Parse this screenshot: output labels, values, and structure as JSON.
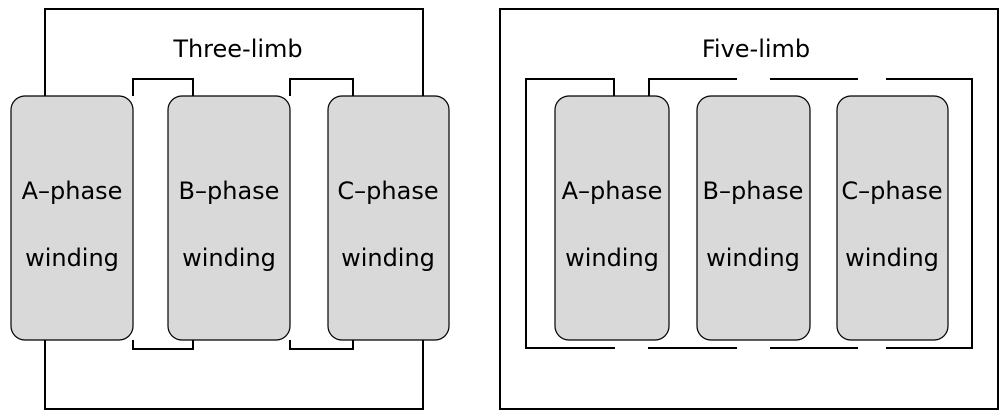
{
  "three_limb": {
    "title": "Three-limb",
    "windings": [
      {
        "line1": "A–phase",
        "line2": "winding"
      },
      {
        "line1": "B–phase",
        "line2": "winding"
      },
      {
        "line1": "C–phase",
        "line2": "winding"
      }
    ]
  },
  "five_limb": {
    "title": "Five-limb",
    "windings": [
      {
        "line1": "A–phase",
        "line2": "winding"
      },
      {
        "line1": "B–phase",
        "line2": "winding"
      },
      {
        "line1": "C–phase",
        "line2": "winding"
      }
    ]
  },
  "colors": {
    "winding_fill": "#d9d9d9",
    "stroke": "#000000"
  }
}
